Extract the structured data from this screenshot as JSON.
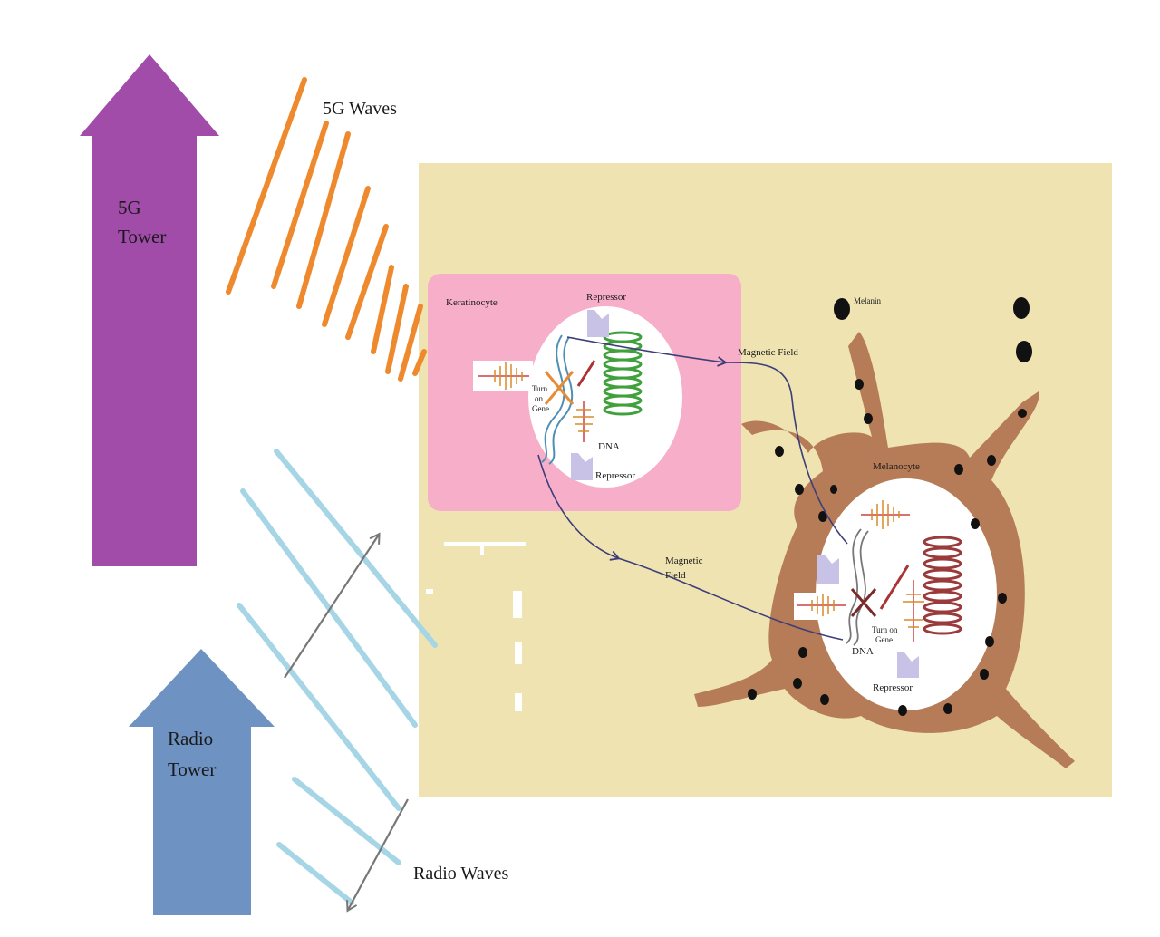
{
  "labels": {
    "tower_5g": [
      "5G",
      "Tower"
    ],
    "tower_radio": [
      "Radio",
      "Tower"
    ],
    "waves_5g": "5G Waves",
    "waves_radio": "Radio Waves",
    "keratinocyte": "Keratinocyte",
    "melanocyte": "Melanocyte",
    "melanin": "Melanin",
    "magnetic_field_top": "Magnetic Field",
    "magnetic_field_mid": [
      "Magnetic",
      "Field"
    ],
    "repressor": "Repressor",
    "dna": "DNA",
    "turn_on_gene_k": [
      "Turn",
      "on",
      "Gene"
    ],
    "turn_on_gene_m": [
      "Turn on",
      "Gene"
    ]
  },
  "colors": {
    "tower_5g": "#a14ca8",
    "tower_radio": "#6e93c2",
    "waves_5g": "#ee8a2d",
    "waves_radio": "#a6d6e6",
    "tissue_bg": "#efe3b2",
    "keratinocyte": "#f7afc9",
    "melanocyte": "#b57c57",
    "magnetic_field": "#3d3d7a",
    "dna_green": "#3fa03c",
    "dna_red": "#9a3a3a",
    "repressor": "#c8c2e6"
  }
}
